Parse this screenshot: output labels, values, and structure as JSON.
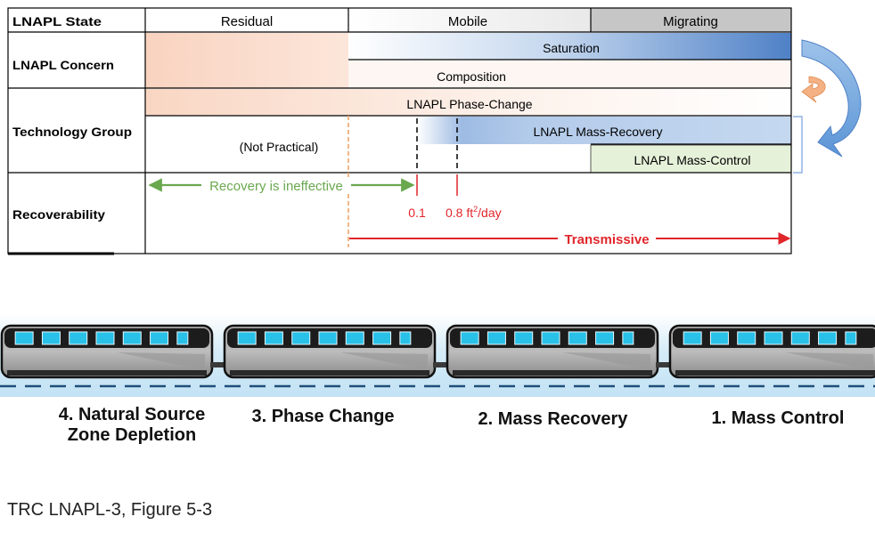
{
  "table": {
    "rows": {
      "state": "LNAPL State",
      "concern": "LNAPL Concern",
      "technology": "Technology Group",
      "recoverability": "Recoverability"
    },
    "states": {
      "residual": "Residual",
      "mobile": "Mobile",
      "migrating": "Migrating"
    },
    "concern": {
      "saturation": "Saturation",
      "composition": "Composition"
    },
    "technology": {
      "phase_change": "LNAPL Phase-Change",
      "not_practical": "(Not Practical)",
      "mass_recovery": "LNAPL Mass-Recovery",
      "mass_control": "LNAPL Mass-Control"
    },
    "recoverability": {
      "ineffective": "Recovery is ineffective",
      "threshold_low": "0.1",
      "threshold_high": "0.8 ft",
      "threshold_high_sup": "2",
      "threshold_high_unit": "/day",
      "transmissive": "Transmissive"
    }
  },
  "train": {
    "cars": [
      {
        "line1": "4. Natural Source",
        "line2": "Zone Depletion"
      },
      {
        "line1": "3. Phase Change"
      },
      {
        "line1": "2. Mass Recovery"
      },
      {
        "line1": "1. Mass Control"
      }
    ]
  },
  "caption": "TRC LNAPL-3, Figure 5-3",
  "colors": {
    "grid": "#000000",
    "residual_fill": "#fbe3d6",
    "mobile_blue": "#4f81c7",
    "mass_control_fill": "#e6f1d9",
    "green_arrow": "#6aa84f",
    "red": "#e0262b",
    "orange_dash": "#f0a060",
    "train_body": "#8c8c8c",
    "window": "#29c1e8",
    "sky": "#dbeef8"
  }
}
